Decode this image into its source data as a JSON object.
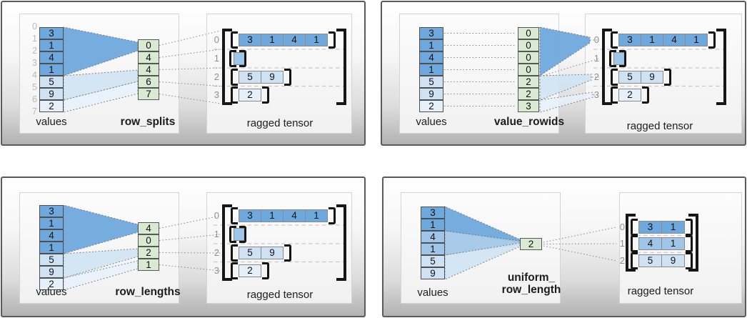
{
  "colors": {
    "dark_blue": "#6fa8dc",
    "mid_blue": "#9fc5e8",
    "light_blue": "#cfe2f3",
    "lighter_blue": "#e6f0fa",
    "green": "#d9ead3"
  },
  "quadrants": [
    {
      "id": "row_splits",
      "values_label": "values",
      "encoding_label": "row_splits",
      "tensor_label": "ragged tensor",
      "values": [
        {
          "v": "3",
          "shade": "dark"
        },
        {
          "v": "1",
          "shade": "dark"
        },
        {
          "v": "4",
          "shade": "dark"
        },
        {
          "v": "1",
          "shade": "dark"
        },
        {
          "v": "5",
          "shade": "light"
        },
        {
          "v": "9",
          "shade": "light"
        },
        {
          "v": "2",
          "shade": "lighter"
        }
      ],
      "value_index_labels": [
        "0",
        "1",
        "2",
        "3",
        "4",
        "5",
        "6",
        "7"
      ],
      "encoding_cells": [
        "0",
        "4",
        "4",
        "6",
        "7"
      ],
      "tensor_row_labels": [
        "0",
        "1",
        "2",
        "3"
      ],
      "tensor_rows": [
        {
          "cells": [
            "3",
            "1",
            "4",
            "1"
          ],
          "shade": "dark"
        },
        {
          "cells": [],
          "shade": "mid"
        },
        {
          "cells": [
            "5",
            "9"
          ],
          "shade": "light"
        },
        {
          "cells": [
            "2"
          ],
          "shade": "lighter"
        }
      ]
    },
    {
      "id": "value_rowids",
      "values_label": "values",
      "encoding_label": "value_rowids",
      "tensor_label": "ragged tensor",
      "values": [
        {
          "v": "3",
          "shade": "dark"
        },
        {
          "v": "1",
          "shade": "dark"
        },
        {
          "v": "4",
          "shade": "dark"
        },
        {
          "v": "1",
          "shade": "dark"
        },
        {
          "v": "5",
          "shade": "light"
        },
        {
          "v": "9",
          "shade": "light"
        },
        {
          "v": "2",
          "shade": "lighter"
        }
      ],
      "value_index_labels": [],
      "encoding_cells": [
        "0",
        "0",
        "0",
        "0",
        "2",
        "2",
        "3"
      ],
      "tensor_row_labels": [
        "0",
        "1",
        "2",
        "3"
      ],
      "tensor_rows": [
        {
          "cells": [
            "3",
            "1",
            "4",
            "1"
          ],
          "shade": "dark"
        },
        {
          "cells": [],
          "shade": "mid"
        },
        {
          "cells": [
            "5",
            "9"
          ],
          "shade": "light"
        },
        {
          "cells": [
            "2"
          ],
          "shade": "lighter"
        }
      ]
    },
    {
      "id": "row_lengths",
      "values_label": "values",
      "encoding_label": "row_lengths",
      "tensor_label": "ragged tensor",
      "values": [
        {
          "v": "3",
          "shade": "dark"
        },
        {
          "v": "1",
          "shade": "dark"
        },
        {
          "v": "4",
          "shade": "dark"
        },
        {
          "v": "1",
          "shade": "dark"
        },
        {
          "v": "5",
          "shade": "light"
        },
        {
          "v": "9",
          "shade": "light"
        },
        {
          "v": "2",
          "shade": "lighter"
        }
      ],
      "value_index_labels": [],
      "encoding_cells": [
        "4",
        "0",
        "2",
        "1"
      ],
      "tensor_row_labels": [
        "0",
        "1",
        "2",
        "3"
      ],
      "tensor_rows": [
        {
          "cells": [
            "3",
            "1",
            "4",
            "1"
          ],
          "shade": "dark"
        },
        {
          "cells": [],
          "shade": "mid"
        },
        {
          "cells": [
            "5",
            "9"
          ],
          "shade": "light"
        },
        {
          "cells": [
            "2"
          ],
          "shade": "lighter"
        }
      ]
    },
    {
      "id": "uniform_row_length",
      "values_label": "values",
      "encoding_label": "uniform_\nrow_length",
      "tensor_label": "ragged tensor",
      "values": [
        {
          "v": "3",
          "shade": "dark"
        },
        {
          "v": "1",
          "shade": "dark"
        },
        {
          "v": "4",
          "shade": "mid"
        },
        {
          "v": "1",
          "shade": "mid"
        },
        {
          "v": "5",
          "shade": "light"
        },
        {
          "v": "9",
          "shade": "light"
        }
      ],
      "value_index_labels": [],
      "encoding_cells": [
        "2"
      ],
      "tensor_row_labels": [
        "0",
        "1",
        "2"
      ],
      "tensor_rows": [
        {
          "cells": [
            "3",
            "1"
          ],
          "shade": "dark"
        },
        {
          "cells": [
            "4",
            "1"
          ],
          "shade": "mid"
        },
        {
          "cells": [
            "5",
            "9"
          ],
          "shade": "light"
        }
      ]
    }
  ]
}
